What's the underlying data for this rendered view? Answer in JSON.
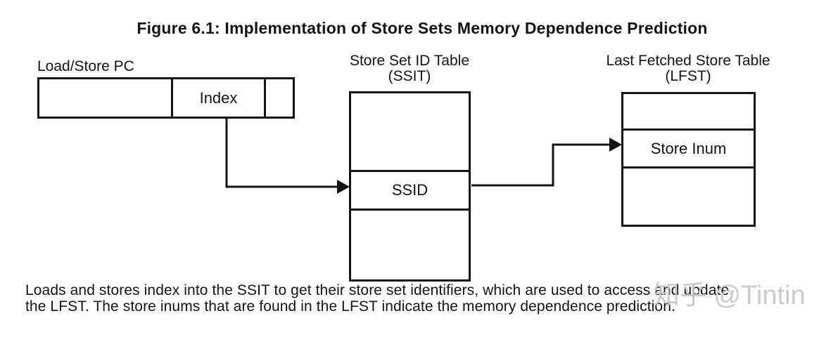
{
  "title": "Figure 6.1: Implementation of Store Sets Memory Dependence Prediction",
  "pc_box": {
    "label": "Load/Store PC",
    "index_label": "Index"
  },
  "ssit": {
    "name_line1": "Store Set ID Table",
    "name_line2": "(SSIT)",
    "cell_label": "SSID"
  },
  "lfst": {
    "name_line1": "Last Fetched Store Table",
    "name_line2": "(LFST)",
    "cell_label": "Store Inum"
  },
  "caption": {
    "line1": "Loads and stores index into the SSIT to get their store set identifiers, which are used to access and update",
    "line2": "the LFST. The store inums that are found in the LFST indicate the memory dependence prediction."
  },
  "watermark": "知乎 @Tintin",
  "colors": {
    "ink": "#141414",
    "background": "#ffffff",
    "watermark": "#c6c6c6"
  }
}
